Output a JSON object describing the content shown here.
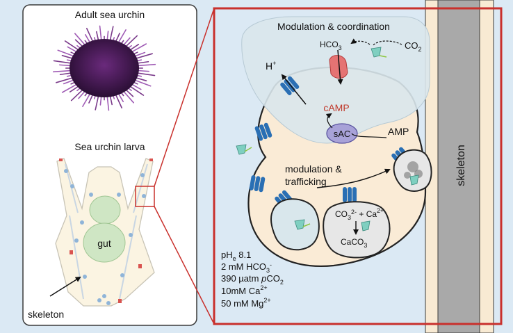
{
  "left_panel": {
    "adult_title": "Adult sea urchin",
    "larva_title": "Sea urchin larva",
    "gut_label": "gut",
    "skeleton_label": "skeleton"
  },
  "detail_panel": {
    "region_title": "Modulation & coordination",
    "hco3_base": "HCO",
    "hco3_sub": "3",
    "co2_base": "CO",
    "co2_sub": "2",
    "h_base": "H",
    "h_sup": "+",
    "camp": "cAMP",
    "sac": "sAC",
    "amp": "AMP",
    "trafficking_line1": "modulation &",
    "trafficking_line2": "trafficking",
    "vesicle_co3": "CO",
    "vesicle_co3_sub": "3",
    "vesicle_co3_sup": "2-",
    "vesicle_plus_ca": " + Ca",
    "vesicle_ca_sup": "2+",
    "vesicle_caco": "CaCO",
    "vesicle_caco_sub": "3",
    "skeleton_label": "skeleton"
  },
  "conditions": {
    "ph_base": "pH",
    "ph_sub": "e",
    "ph_val": " 8.1",
    "hco3_base": "2 mM HCO",
    "hco3_sub": "3",
    "hco3_sup": "-",
    "pco2_base": "390 µatm ",
    "pco2_p": "p",
    "pco2_co": "CO",
    "pco2_sub": "2",
    "ca_base": "10mM Ca",
    "ca_sup": "2+",
    "mg_base": "50 mM Mg",
    "mg_sup": "2+"
  },
  "colors": {
    "frame_red": "#c9302c",
    "cell_fill": "#faebd6",
    "urchin_purple": "#7a3a8a",
    "transporter_blue": "#2a6fb4",
    "camp_red": "#c0392b",
    "sac_purple": "#a8a2d8"
  }
}
